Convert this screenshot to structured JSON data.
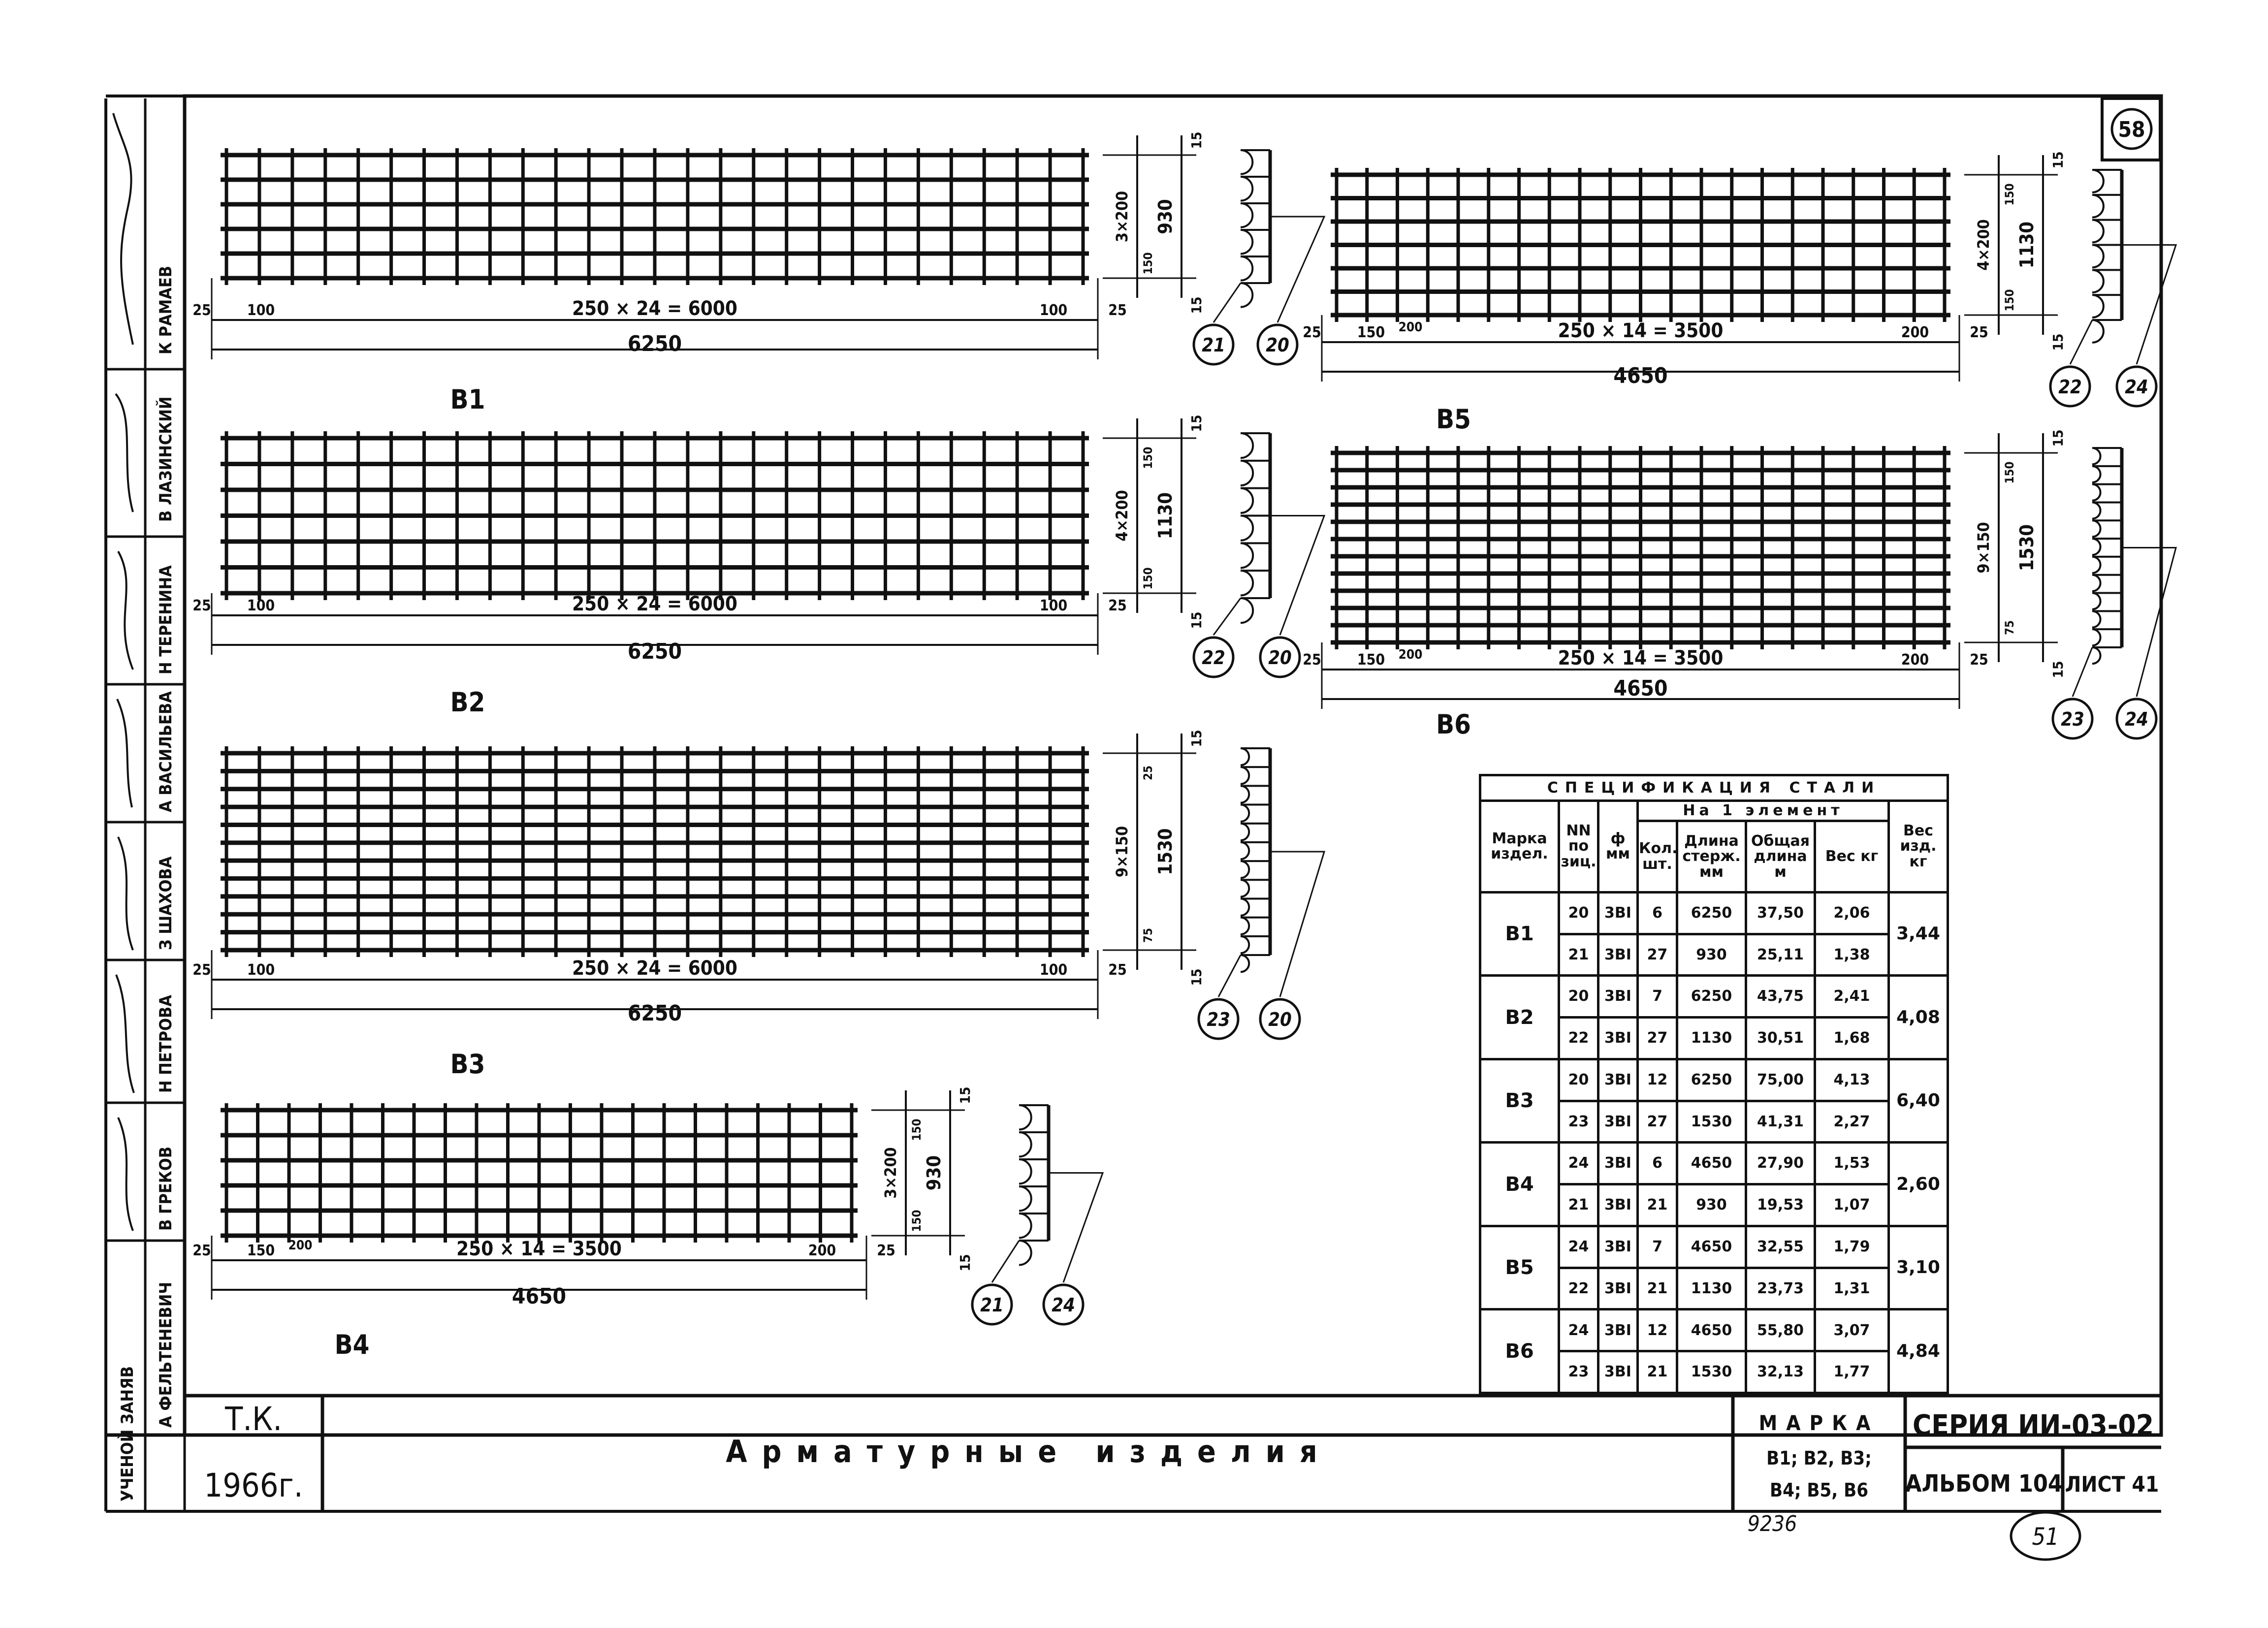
{
  "sheet_number_top": "58",
  "sheet_number_bottom": "51",
  "archive_number": "9236",
  "title": "Арматурные изделия",
  "stamp_tk": "Т.К.",
  "stamp_year": "1966г.",
  "marka_label": "МАРКА",
  "marka_line1": "В1; В2, В3;",
  "marka_line2": "В4; В5, В6",
  "seria": "СЕРИЯ ИИ-03-02",
  "album": "АЛЬБОМ 104",
  "list": "ЛИСТ 41",
  "side_names": [
    "К РАМАЕВ",
    "В ЛАЗИНСКИЙ",
    "Н ТЕРЕНИНА",
    "А ВАСИЛЬЕВА",
    "З ШАХОВА",
    "Н ПЕТРОВА",
    "В ГРЕКОВ",
    "А ФЕЛЬТЕНЕВИЧ"
  ],
  "side_footer": "УЧЕНОЙ ЗАНЯВ",
  "meshes": {
    "B1": {
      "label": "В1",
      "span": "250 × 24 = 6000",
      "total": "6250",
      "left_end": "25",
      "left_off": "100",
      "right_off": "100",
      "right_end": "25",
      "height": "930",
      "pitch": "3×200",
      "top": "15",
      "bottom": "15",
      "edge_top": "",
      "edge_bottom": "150",
      "bars": [
        "21",
        "20"
      ]
    },
    "B2": {
      "label": "В2",
      "span": "250 × 24 = 6000",
      "total": "6250",
      "left_end": "25",
      "left_off": "100",
      "right_off": "100",
      "right_end": "25",
      "height": "1130",
      "pitch": "4×200",
      "top": "15",
      "bottom": "15",
      "edge_top": "150",
      "edge_bottom": "150",
      "bars": [
        "22",
        "20"
      ]
    },
    "B3": {
      "label": "В3",
      "span": "250 × 24 = 6000",
      "total": "6250",
      "left_end": "25",
      "left_off": "100",
      "right_off": "100",
      "right_end": "25",
      "height": "1530",
      "pitch": "9×150",
      "top": "15",
      "bottom": "15",
      "edge_top": "25",
      "edge_bottom": "75",
      "bars": [
        "23",
        "20"
      ]
    },
    "B4": {
      "label": "В4",
      "span": "250 × 14 = 3500",
      "total": "4650",
      "left_end": "25",
      "left_off": "150",
      "left_off2": "200",
      "right_off": "200",
      "right_end": "25",
      "height": "930",
      "pitch": "3×200",
      "top": "15",
      "bottom": "15",
      "edge_top": "150",
      "edge_bottom": "150",
      "bars": [
        "21",
        "24"
      ]
    },
    "B5": {
      "label": "В5",
      "span": "250 × 14 = 3500",
      "total": "4650",
      "left_end": "25",
      "left_off": "150",
      "left_off2": "200",
      "right_off": "200",
      "right_end": "25",
      "height": "1130",
      "pitch": "4×200",
      "top": "15",
      "bottom": "15",
      "edge_top": "150",
      "edge_bottom": "150",
      "bars": [
        "22",
        "24"
      ]
    },
    "B6": {
      "label": "В6",
      "span": "250 × 14 = 3500",
      "total": "4650",
      "left_end": "25",
      "left_off": "150",
      "left_off2": "200",
      "right_off": "200",
      "right_end": "25",
      "height": "1530",
      "pitch": "9×150",
      "top": "15",
      "bottom": "15",
      "edge_top": "150",
      "edge_bottom": "75",
      "bars": [
        "23",
        "24"
      ]
    }
  },
  "spec": {
    "title": "СПЕЦИФИКАЦИЯ СТАЛИ",
    "col_marka": "Марка издел.",
    "col_nn": "NN по зиц.",
    "col_phi": "ф мм",
    "col_group": "На 1 элемент",
    "col_kol": "Кол. шт.",
    "col_dlina": "Длина стерж. мм",
    "col_obsh": "Общая длина м",
    "col_ves": "Вес кг",
    "col_ves_izd": "Вес изд. кг",
    "rows": [
      {
        "marka": "В1",
        "total": "3,44",
        "items": [
          {
            "pos": "20",
            "d": "3ВI",
            "qty": "6",
            "len": "6250",
            "tot": "37,50",
            "w": "2,06"
          },
          {
            "pos": "21",
            "d": "3ВI",
            "qty": "27",
            "len": "930",
            "tot": "25,11",
            "w": "1,38"
          }
        ]
      },
      {
        "marka": "В2",
        "total": "4,08",
        "items": [
          {
            "pos": "20",
            "d": "3ВI",
            "qty": "7",
            "len": "6250",
            "tot": "43,75",
            "w": "2,41"
          },
          {
            "pos": "22",
            "d": "3ВI",
            "qty": "27",
            "len": "1130",
            "tot": "30,51",
            "w": "1,68"
          }
        ]
      },
      {
        "marka": "В3",
        "total": "6,40",
        "items": [
          {
            "pos": "20",
            "d": "3ВI",
            "qty": "12",
            "len": "6250",
            "tot": "75,00",
            "w": "4,13"
          },
          {
            "pos": "23",
            "d": "3ВI",
            "qty": "27",
            "len": "1530",
            "tot": "41,31",
            "w": "2,27"
          }
        ]
      },
      {
        "marka": "В4",
        "total": "2,60",
        "items": [
          {
            "pos": "24",
            "d": "3ВI",
            "qty": "6",
            "len": "4650",
            "tot": "27,90",
            "w": "1,53"
          },
          {
            "pos": "21",
            "d": "3ВI",
            "qty": "21",
            "len": "930",
            "tot": "19,53",
            "w": "1,07"
          }
        ]
      },
      {
        "marka": "В5",
        "total": "3,10",
        "items": [
          {
            "pos": "24",
            "d": "3ВI",
            "qty": "7",
            "len": "4650",
            "tot": "32,55",
            "w": "1,79"
          },
          {
            "pos": "22",
            "d": "3ВI",
            "qty": "21",
            "len": "1130",
            "tot": "23,73",
            "w": "1,31"
          }
        ]
      },
      {
        "marka": "В6",
        "total": "4,84",
        "items": [
          {
            "pos": "24",
            "d": "3ВI",
            "qty": "12",
            "len": "4650",
            "tot": "55,80",
            "w": "3,07"
          },
          {
            "pos": "23",
            "d": "3ВI",
            "qty": "21",
            "len": "1530",
            "tot": "32,13",
            "w": "1,77"
          }
        ]
      }
    ]
  }
}
